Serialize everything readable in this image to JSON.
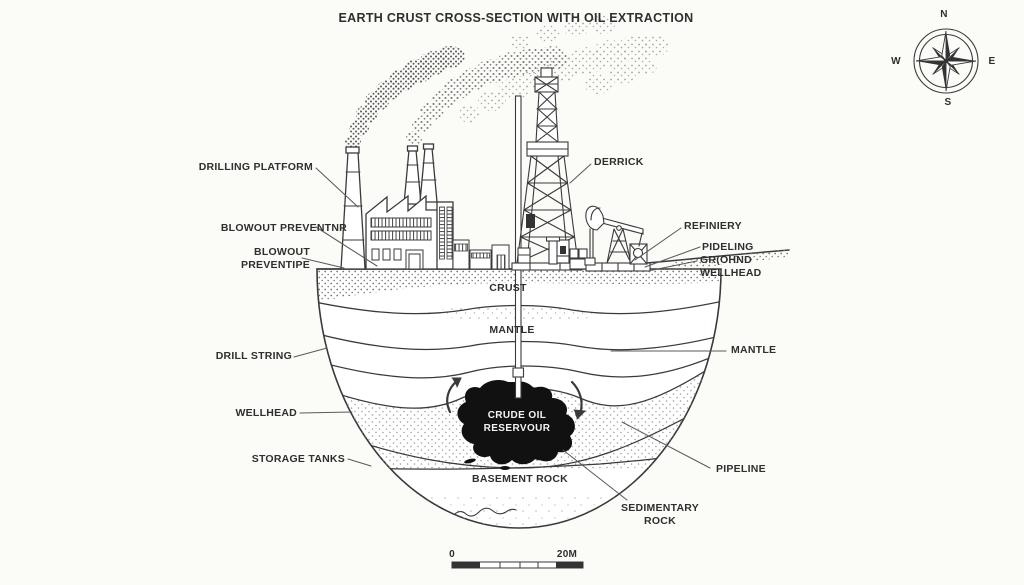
{
  "title": "EARTH CRUST CROSS-SECTION WITH OIL EXTRACTION",
  "surface_labels": {
    "drilling_platform": "DRILLING PLATFORM",
    "blowout_preventer_1": "BLOWOUT PREVENTNR",
    "blowout_preventer_2_line1": "BLOWOUT",
    "blowout_preventer_2_line2": "PREVENTIPE",
    "derrick": "DERRICK",
    "refinery": "REFINIERY",
    "pipeline_top": "PIDELING",
    "ground": "GR(OHND",
    "wellhead_right": "WELLHEAD"
  },
  "subsurface_labels": {
    "drill_string": "DRILL STRING",
    "wellhead_left": "WELLHEAD",
    "storage_tanks": "STORAGE TANKS",
    "crust": "CRUST",
    "mantle_center": "MANTLE",
    "mantle_right": "MANTLE",
    "reservoir_line1": "CRUDE OIL",
    "reservoir_line2": "RESERVOUR",
    "basement_rock": "BASEMENT ROCK",
    "sedimentary_line1": "SEDIMENTARY",
    "sedimentary_line2": "ROCK",
    "pipeline_bottom": "PIPELINE"
  },
  "compass": {
    "north": "N",
    "east": "E",
    "south": "S",
    "west": "W"
  },
  "scale_bar": {
    "start_label": "0",
    "end_label": "20M"
  },
  "colors": {
    "paper": "#fbfbf8",
    "ink": "#3a3a3a",
    "label_text": "#2f2f2f",
    "reservoir_fill": "#111111"
  }
}
